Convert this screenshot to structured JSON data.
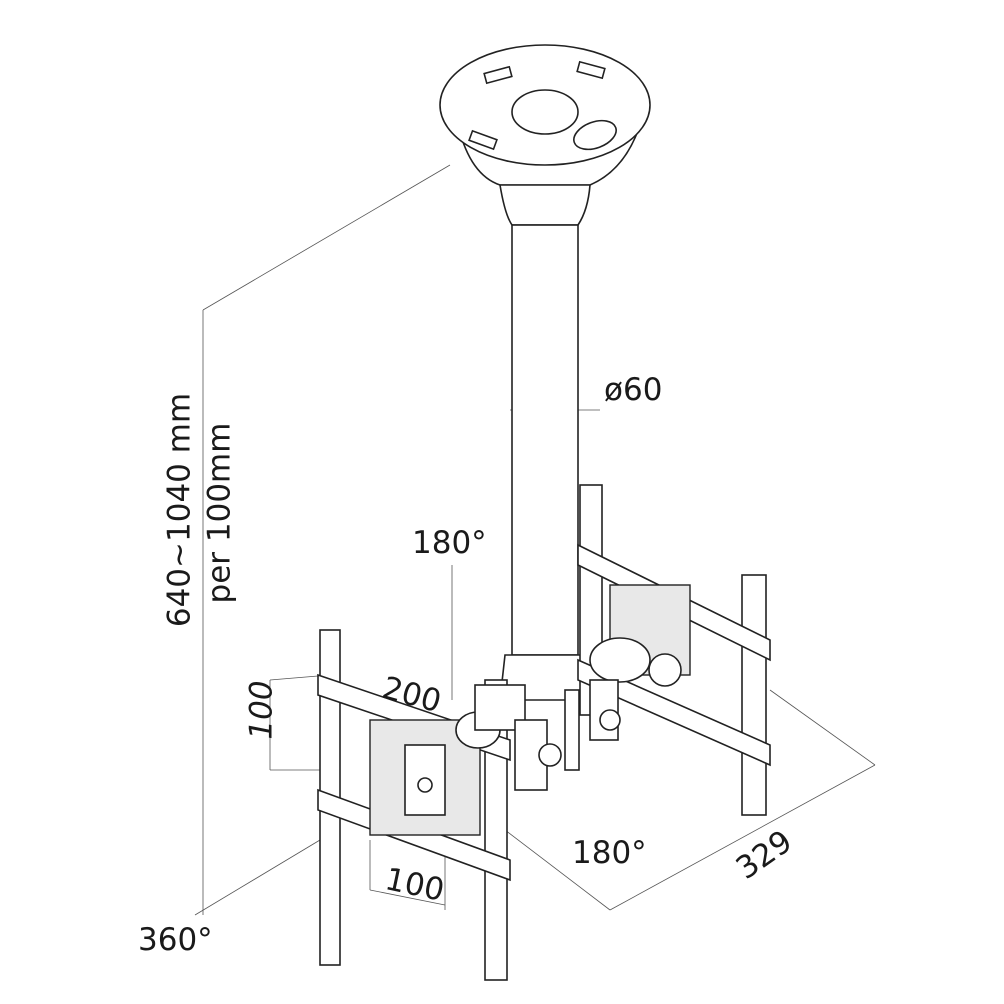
{
  "diagram": {
    "labels": {
      "pole_diameter": "ø60",
      "tilt_top": "180°",
      "height_range": "640~1040 mm",
      "height_step": "per 100mm",
      "vesa_vertical": "100",
      "arm_width": "200",
      "tilt_bottom": "180°",
      "depth": "329",
      "vesa_horizontal": "100",
      "rotation": "360°"
    }
  }
}
